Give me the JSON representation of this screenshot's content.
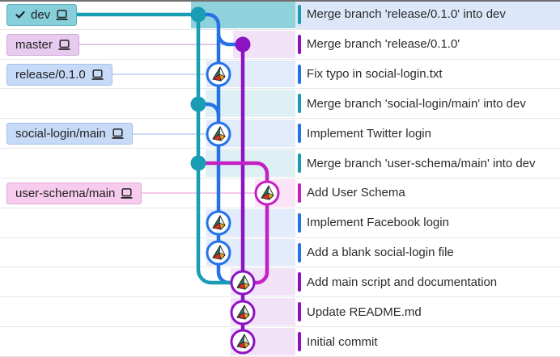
{
  "colors": {
    "teal": "#189db4",
    "blue": "#2472e8",
    "purple": "#8d12c4",
    "magenta": "#c420c4",
    "selected_row_bg": "#dce7f9",
    "row_divider": "#e7e7e7",
    "band_teal_strong": "#8fd2db",
    "band_teal_light": "#def0f3",
    "band_blue_light": "#e2ebfb",
    "band_purple_light": "#f1e2f8",
    "band_pink_light": "#fbe4f7",
    "label_dev_bg": "#87cfda",
    "label_master_bg": "#e7cbee",
    "label_blue_bg": "#c7dbf8",
    "label_pink_bg": "#f7cbed"
  },
  "icons": {
    "checkmark": "checkmark-icon",
    "computer": "computer-icon",
    "avatar": "tetrahedron-avatar-icon"
  },
  "branches": [
    {
      "name": "dev",
      "checked_out": true,
      "bg": "#87cfda",
      "color": "#189db4"
    },
    {
      "name": "master",
      "checked_out": false,
      "bg": "#e7cbee",
      "color": "#8d12c4"
    },
    {
      "name": "release/0.1.0",
      "checked_out": false,
      "bg": "#c7dbf8",
      "color": "#2472e8"
    },
    {
      "name": "social-login/main",
      "checked_out": false,
      "bg": "#c7dbf8",
      "color": "#2472e8"
    },
    {
      "name": "user-schema/main",
      "checked_out": false,
      "bg": "#f7cbed",
      "color": "#c420c4"
    }
  ],
  "commits": [
    {
      "message": "Merge branch 'release/0.1.0' into dev",
      "branch": "dev",
      "node": "dot",
      "selected": true,
      "bar_color": "#189db4",
      "band_color": "#8fd2db"
    },
    {
      "message": "Merge branch 'release/0.1.0'",
      "branch": "master",
      "node": "dot",
      "selected": false,
      "bar_color": "#8d12c4",
      "band_color": "#f1e2f8"
    },
    {
      "message": "Fix typo in social-login.txt",
      "branch": "release/0.1.0",
      "node": "avatar",
      "selected": false,
      "bar_color": "#2472e8",
      "band_color": "#e2ebfb"
    },
    {
      "message": "Merge branch 'social-login/main' into dev",
      "branch": "dev",
      "node": "dot",
      "selected": false,
      "bar_color": "#189db4",
      "band_color": "#def0f3"
    },
    {
      "message": "Implement Twitter login",
      "branch": "social-login/main",
      "node": "avatar",
      "selected": false,
      "bar_color": "#2472e8",
      "band_color": "#e2ebfb"
    },
    {
      "message": "Merge branch 'user-schema/main' into dev",
      "branch": "dev",
      "node": "dot",
      "selected": false,
      "bar_color": "#189db4",
      "band_color": "#def0f3"
    },
    {
      "message": "Add User Schema",
      "branch": "user-schema/main",
      "node": "avatar",
      "selected": false,
      "bar_color": "#c420c4",
      "band_color": "#fbe4f7"
    },
    {
      "message": "Implement Facebook login",
      "branch": "social-login/main",
      "node": "avatar",
      "selected": false,
      "bar_color": "#2472e8",
      "band_color": "#e2ebfb"
    },
    {
      "message": "Add a blank social-login file",
      "branch": "social-login/main",
      "node": "avatar",
      "selected": false,
      "bar_color": "#2472e8",
      "band_color": "#e2ebfb"
    },
    {
      "message": "Add main script and documentation",
      "branch": "master",
      "node": "avatar",
      "selected": false,
      "bar_color": "#8d12c4",
      "band_color": "#f1e2f8"
    },
    {
      "message": "Update README.md",
      "branch": "master",
      "node": "avatar",
      "selected": false,
      "bar_color": "#8d12c4",
      "band_color": "#f1e2f8"
    },
    {
      "message": "Initial commit",
      "branch": "master",
      "node": "avatar",
      "selected": false,
      "bar_color": "#8d12c4",
      "band_color": "#f1e2f8"
    }
  ]
}
